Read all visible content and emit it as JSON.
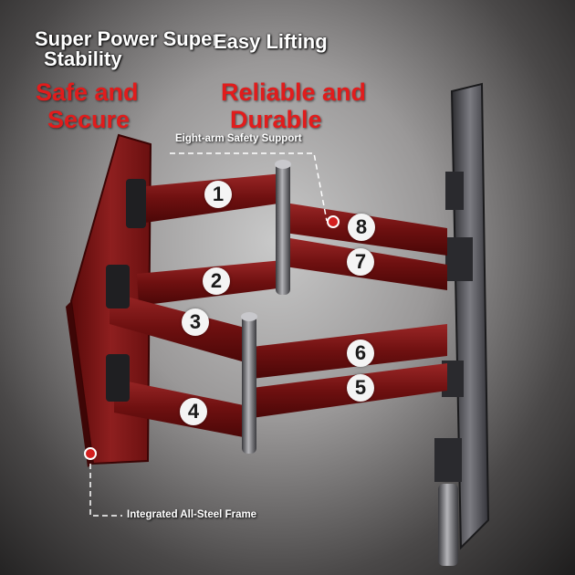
{
  "headlines": {
    "super_power": "Super Power Super",
    "stability": "Stability",
    "easy_lifting": "Easy Lifting",
    "safe_secure_1": "Safe and",
    "safe_secure_2": "Secure",
    "reliable_1": "Reliable and",
    "reliable_2": "Durable"
  },
  "callouts": {
    "eight_arm": "Eight-arm Safety Support",
    "frame": "Integrated All-Steel Frame"
  },
  "arm_numbers": [
    "1",
    "2",
    "3",
    "4",
    "5",
    "6",
    "7",
    "8"
  ],
  "colors": {
    "arm_red": "#7a1414",
    "headline_red": "#e11c1c",
    "steel": "#4a4a4e",
    "marker": "#d41f1f"
  }
}
